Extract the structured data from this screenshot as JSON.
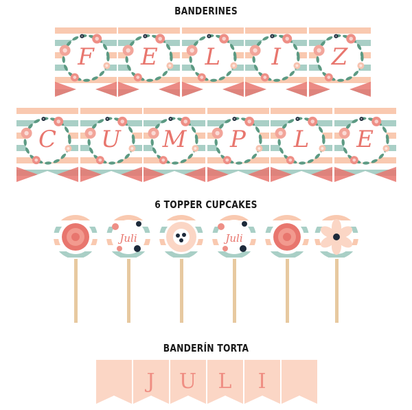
{
  "sections": {
    "banderines_title": "BANDERINES",
    "toppers_title": "6 TOPPER CUPCAKES",
    "torta_title": "BANDERÍN TORTA"
  },
  "banner_row1": [
    "F",
    "E",
    "L",
    "I",
    "Z"
  ],
  "banner_row2": [
    "C",
    "U",
    "M",
    "P",
    "L",
    "E"
  ],
  "toppers": {
    "name_text": "Juli"
  },
  "cake_banner": [
    "J",
    "U",
    "L",
    "I"
  ],
  "colors": {
    "peach": "#f9c9b0",
    "mint": "#a9cfc6",
    "coral": "#e8766e",
    "light_peach": "#fbd6c5",
    "stick": "#e7c9a0"
  }
}
